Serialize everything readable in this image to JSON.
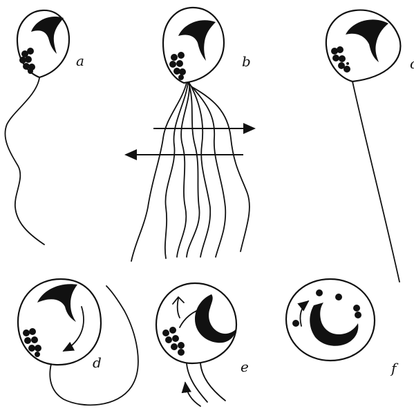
{
  "panels": [
    {
      "id": "a",
      "label": "a"
    },
    {
      "id": "b",
      "label": "b"
    },
    {
      "id": "c",
      "label": "c"
    },
    {
      "id": "d",
      "label": "d"
    },
    {
      "id": "e",
      "label": "e"
    },
    {
      "id": "f",
      "label": "f"
    }
  ],
  "colors": {
    "ink": "#111111",
    "paper": "#ffffff"
  }
}
